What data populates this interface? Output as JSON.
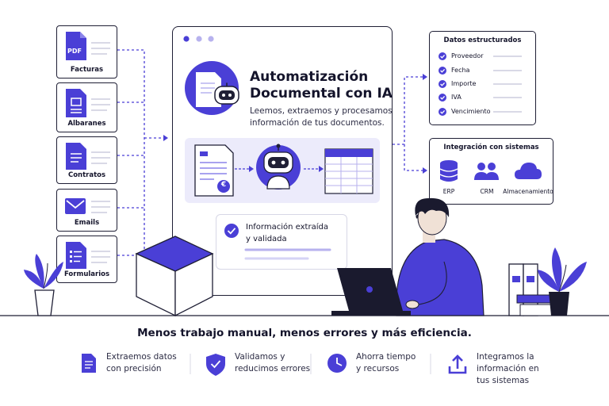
{
  "documents": [
    {
      "label": "Facturas",
      "icon": "pdf-icon",
      "badge": "PDF"
    },
    {
      "label": "Albaranes",
      "icon": "delivery-note-icon"
    },
    {
      "label": "Contratos",
      "icon": "contract-icon"
    },
    {
      "label": "Emails",
      "icon": "email-icon"
    },
    {
      "label": "Formularios",
      "icon": "form-icon"
    }
  ],
  "window": {
    "title_line1": "Automatización",
    "title_line2": "Documental con IA",
    "subtitle_line1": "Leemos, extraemos y procesamos",
    "subtitle_line2": "información de tus documentos.",
    "currency_symbol": "€",
    "validated_line1": "Información extraída",
    "validated_line2": "y validada"
  },
  "structured_data": {
    "title": "Datos estructurados",
    "fields": [
      "Proveedor",
      "Fecha",
      "Importe",
      "IVA",
      "Vencimiento"
    ]
  },
  "integration": {
    "title": "Integración con sistemas",
    "systems": [
      {
        "label": "ERP",
        "icon": "database-icon"
      },
      {
        "label": "CRM",
        "icon": "users-icon"
      },
      {
        "label": "Almacenamiento",
        "icon": "cloud-icon"
      }
    ]
  },
  "headline": "Menos trabajo manual, menos errores y más eficiencia.",
  "features": [
    {
      "line1": "Extraemos datos",
      "line2": "con precisión",
      "icon": "document-icon"
    },
    {
      "line1": "Validamos y",
      "line2": "reducimos errores",
      "icon": "shield-check-icon"
    },
    {
      "line1": "Ahorra tiempo",
      "line2": "y recursos",
      "icon": "clock-icon"
    },
    {
      "line1": "Integramos la",
      "line2": "información en",
      "line3": "tus sistemas",
      "icon": "upload-icon"
    }
  ],
  "colors": {
    "accent": "#4a3fd6",
    "accent_light": "#ecebfb",
    "outline": "#1f1f35",
    "skin": "#f0e1d6",
    "hair": "#1a1a2e"
  }
}
